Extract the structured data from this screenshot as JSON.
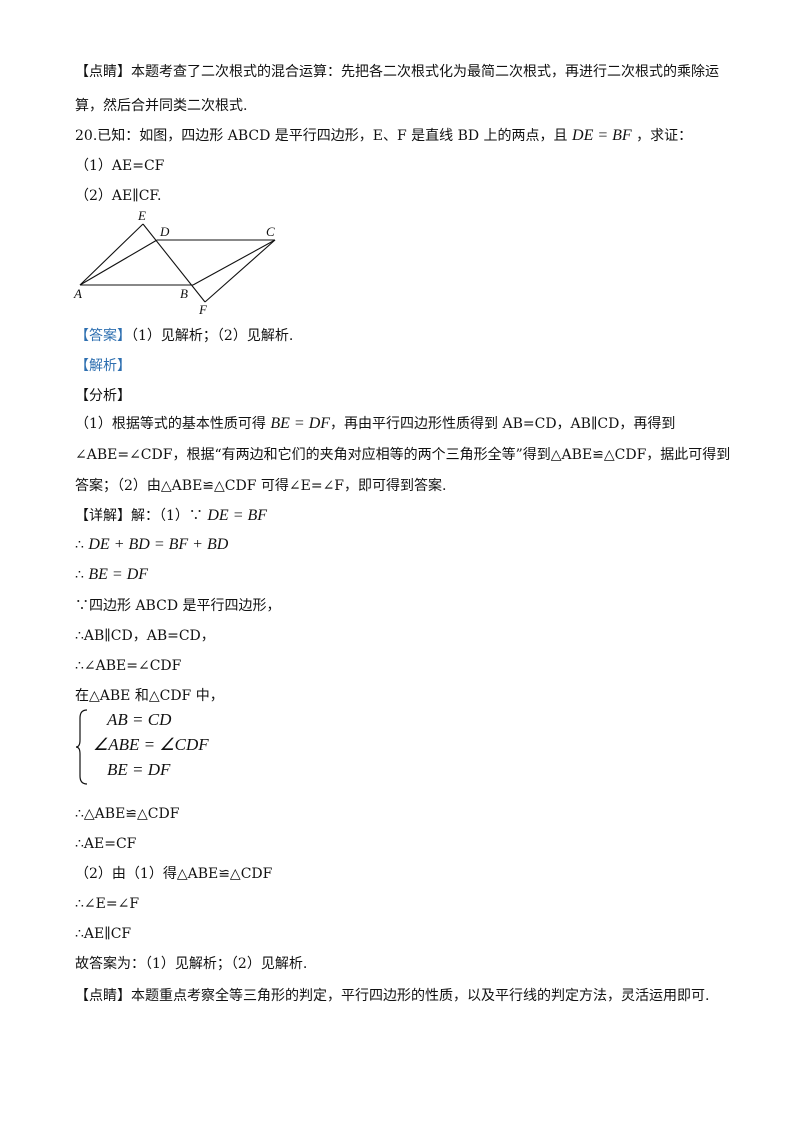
{
  "lines": {
    "dianjing1_a": "【点睛】本题考查了二次根式的混合运算：先把各二次根式化为最简二次根式，再进行二次根式的乘除运",
    "dianjing1_b": "算，然后合并同类二次根式.",
    "problem_pre": "20.已知：如图，四边形 ABCD 是平行四边形，E、F 是直线 BD 上的两点，且",
    "problem_math": "DE = BF",
    "problem_post": "，求证：",
    "q1": "（1）AE=CF",
    "q2": "（2）AE∥CF.",
    "answer_tag": "【答案】",
    "answer_text": "（1）见解析；（2）见解析.",
    "jiexi": "【解析】",
    "fenxi": "【分析】",
    "analysis_1_pre": "（1）根据等式的基本性质可得",
    "analysis_1_math": "BE = DF",
    "analysis_1_post": "，再由平行四边形性质得到 AB=CD，AB∥CD，再得到",
    "analysis_2": "∠ABE=∠CDF，根据“有两边和它们的夹角对应相等的两个三角形全等”得到△ABE≌△CDF，据此可得到",
    "analysis_3": "答案；（2）由△ABE≌△CDF 可得∠E=∠F，即可得到答案.",
    "xiangjie_pre": "【详解】解：（1）∵",
    "xiangjie_math": "DE = BF",
    "step1_sym": "∴",
    "step1_math": "DE + BD = BF + BD",
    "step2_sym": "∴",
    "step2_math": "BE = DF",
    "step3": "∵四边形 ABCD 是平行四边形，",
    "step4": "∴AB∥CD，AB=CD，",
    "step5": "∴∠ABE=∠CDF",
    "step6": "在△ABE 和△CDF 中，",
    "sys_1": "AB = CD",
    "sys_2": "∠ABE = ∠CDF",
    "sys_3": "BE = DF",
    "step7": "∴△ABE≌△CDF",
    "step8": "∴AE=CF",
    "step9": "（2）由（1）得△ABE≌△CDF",
    "step10": "∴∠E=∠F",
    "step11": "∴AE∥CF",
    "conclusion": "故答案为：（1）见解析；（2）见解析.",
    "dianjing2": "【点睛】本题重点考察全等三角形的判定，平行四边形的性质，以及平行线的判定方法，灵活运用即可."
  },
  "figure": {
    "labels": {
      "A": "A",
      "B": "B",
      "C": "C",
      "D": "D",
      "E": "E",
      "F": "F"
    }
  },
  "colors": {
    "accent": "#2e6fb0",
    "text": "#111111"
  }
}
